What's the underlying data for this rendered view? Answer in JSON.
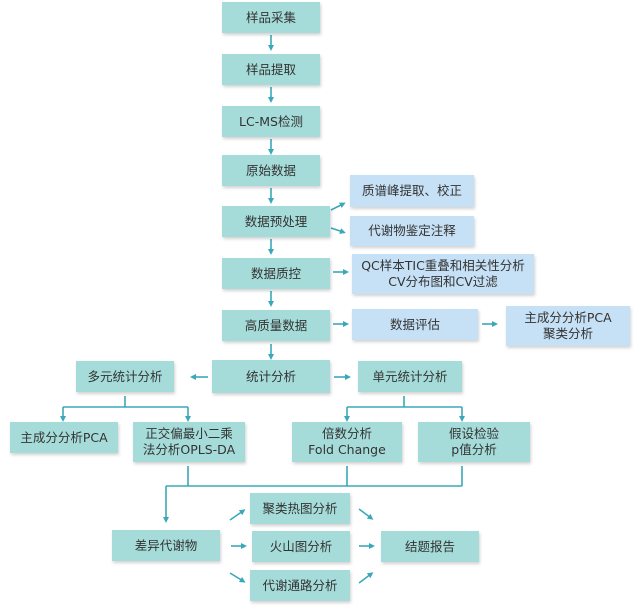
{
  "nodes": {
    "sample_collection": "样品采集",
    "sample_extraction": "样品提取",
    "lcms_detection": "LC-MS检测",
    "raw_data": "原始数据",
    "preprocessing": "数据预处理",
    "peak_extraction": "质谱峰提取、校正",
    "metabolite_annotation": "代谢物鉴定注释",
    "quality_control": "数据质控",
    "qc_line1": "QC样本TIC重叠和相关性分析",
    "qc_line2": "CV分布图和CV过滤",
    "high_quality_data": "高质量数据",
    "data_evaluation": "数据评估",
    "pca_line1": "主成分分析PCA",
    "pca_line2": "聚类分析",
    "statistical_analysis": "统计分析",
    "multivariate": "多元统计分析",
    "univariate": "单元统计分析",
    "pca": "主成分分析PCA",
    "oplsda_line1": "正交偏最小二乘",
    "oplsda_line2": "法分析OPLS-DA",
    "fold_line1": "倍数分析",
    "fold_line2": "Fold Change",
    "hypothesis_line1": "假设检验",
    "hypothesis_line2": "p值分析",
    "differential_metabolites": "差异代谢物",
    "cluster_heatmap": "聚类热图分析",
    "volcano_plot": "火山图分析",
    "pathway_analysis": "代谢通路分析",
    "report": "结题报告"
  },
  "colors": {
    "teal_box": "#a5dcd9",
    "blue_box": "#c6e0f5",
    "connector": "#3aa8b8",
    "text": "#333333"
  }
}
